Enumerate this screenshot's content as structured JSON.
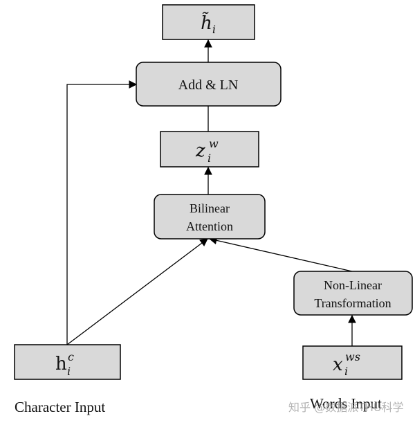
{
  "nodes": {
    "h_tilde": {
      "symbol": "h̃",
      "sub": "i"
    },
    "add_ln": {
      "label": "Add & LN"
    },
    "z": {
      "symbol": "z",
      "sub": "i",
      "sup": "w"
    },
    "bilinear": {
      "line1": "Bilinear",
      "line2": "Attention"
    },
    "nonlinear": {
      "line1": "Non-Linear",
      "line2": "Transformation"
    },
    "h_c": {
      "symbol": "h",
      "sub": "i",
      "sup": "c"
    },
    "x_ws": {
      "symbol": "x",
      "sub": "i",
      "sup": "ws"
    }
  },
  "captions": {
    "character_input": "Character Input",
    "words_input": "Words Input"
  },
  "watermark": "知乎 @数据派THU科学",
  "colors": {
    "box_fill": "#d9d9d9",
    "stroke": "#000000",
    "text": "#111111"
  }
}
